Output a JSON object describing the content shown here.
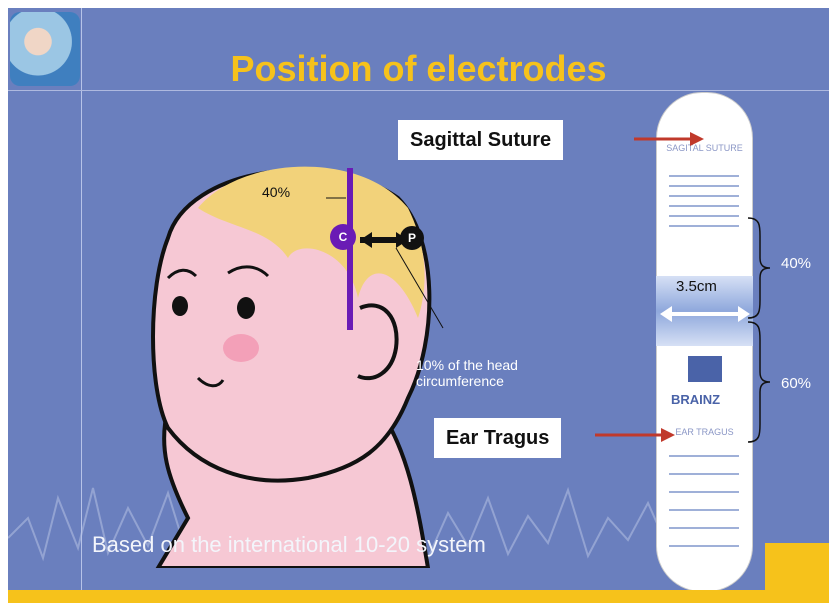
{
  "title": "Position of electrodes",
  "footer": "Based on the international 10-20 system",
  "labels": {
    "forty_head": "40%",
    "c": "C",
    "p": "P",
    "head_note": "10% of the head circumference",
    "spacing": "3.5cm",
    "forty_right": "40%",
    "sixty_right": "60%"
  },
  "callouts": {
    "sagittal": "Sagittal Suture",
    "tragus": "Ear Tragus"
  },
  "strip": {
    "top_label": "SAGITAL SUTURE",
    "bottom_label": "EAR TRAGUS",
    "brand": "BRAINZ"
  },
  "colors": {
    "background": "#6a7fbe",
    "accent": "#f6c21b",
    "electrode": "#6a1bb5",
    "arrow": "#c0392b"
  }
}
